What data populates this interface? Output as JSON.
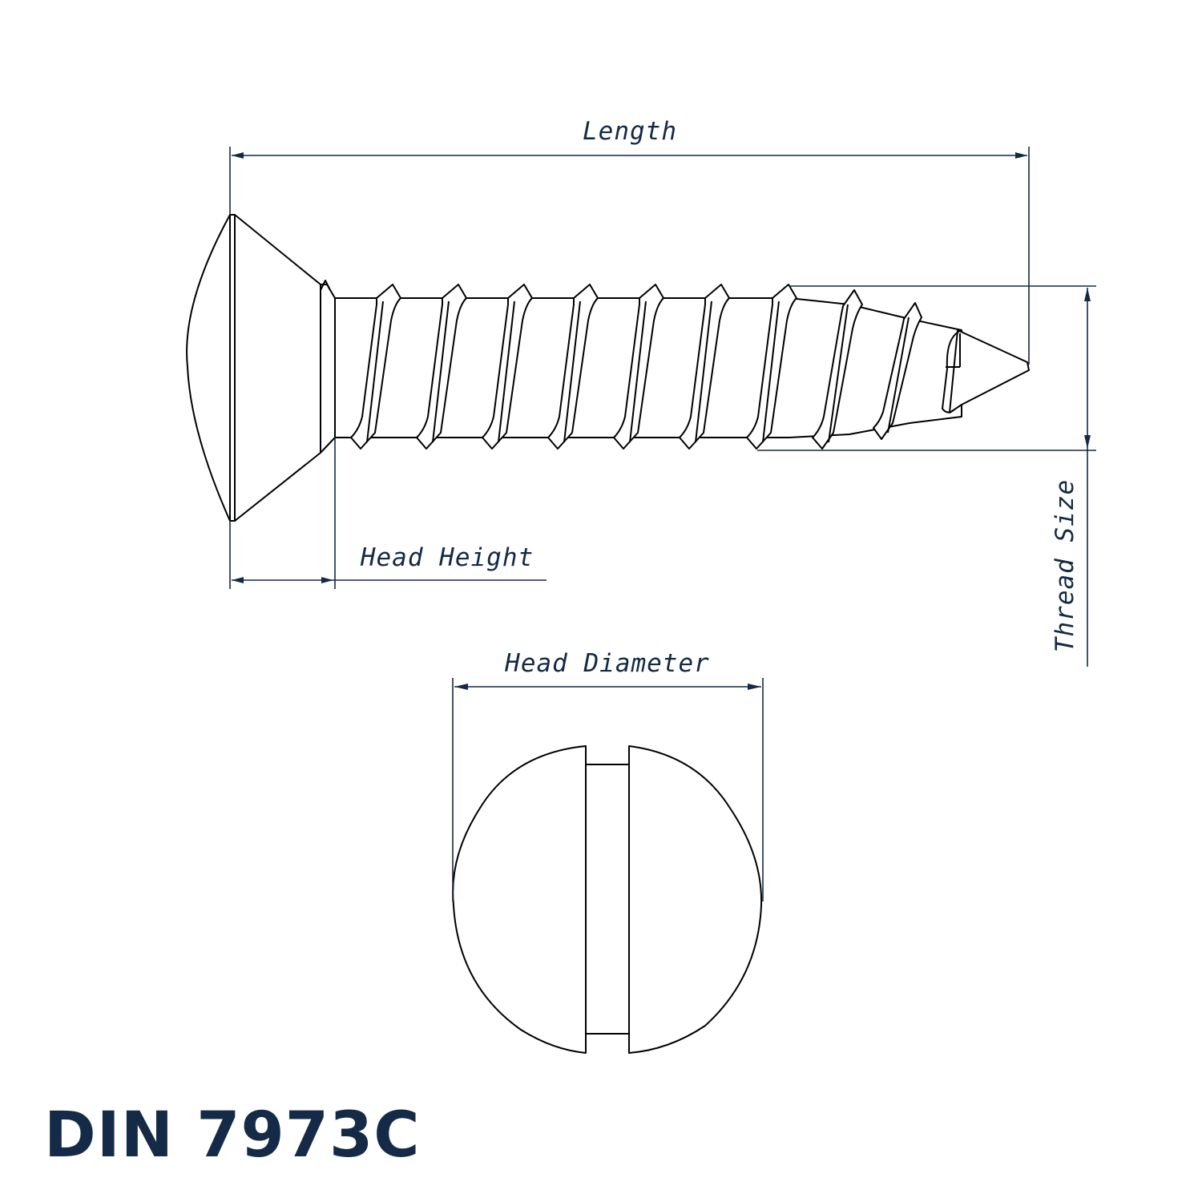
{
  "drawing": {
    "title": "DIN 7973C",
    "dimensions": {
      "length": "Length",
      "head_height": "Head Height",
      "thread_size": "Thread Size",
      "head_diameter": "Head Diameter"
    },
    "colors": {
      "dimension": "#142a44",
      "title": "#152a47",
      "outline": "#000000",
      "background": "#ffffff"
    },
    "views": [
      "side-view",
      "top-view"
    ]
  }
}
